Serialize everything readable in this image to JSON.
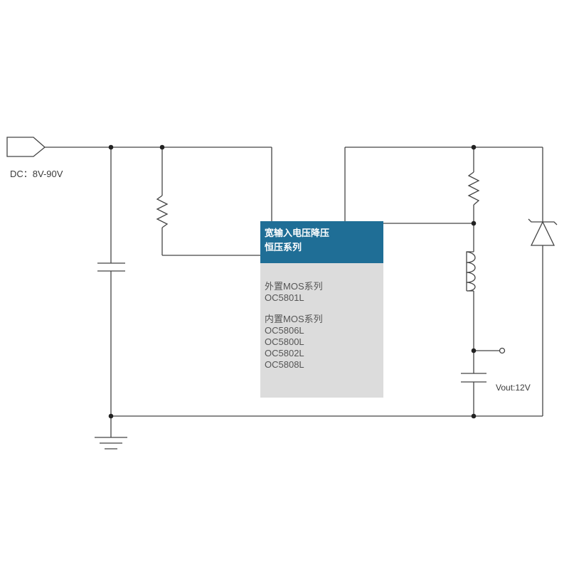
{
  "input": {
    "label": "DC：8V-90V"
  },
  "chip": {
    "title_line1": "宽输入电压降压",
    "title_line2": "恒压系列",
    "external_mos": {
      "title": "外置MOS系列",
      "parts": [
        "OC5801L"
      ]
    },
    "internal_mos": {
      "title": "内置MOS系列",
      "parts": [
        "OC5806L",
        "OC5800L",
        "OC5802L",
        "OC5808L"
      ]
    }
  },
  "output": {
    "label": "Vout:12V"
  },
  "colors": {
    "wire": "#444444",
    "chip_header": "#1f6e96",
    "chip_body": "#dcdcdc"
  },
  "components": [
    "input-connector",
    "input-capacitor",
    "resistor",
    "resistor",
    "inductor",
    "output-capacitor",
    "zener-diode",
    "ground",
    "output-terminal"
  ]
}
